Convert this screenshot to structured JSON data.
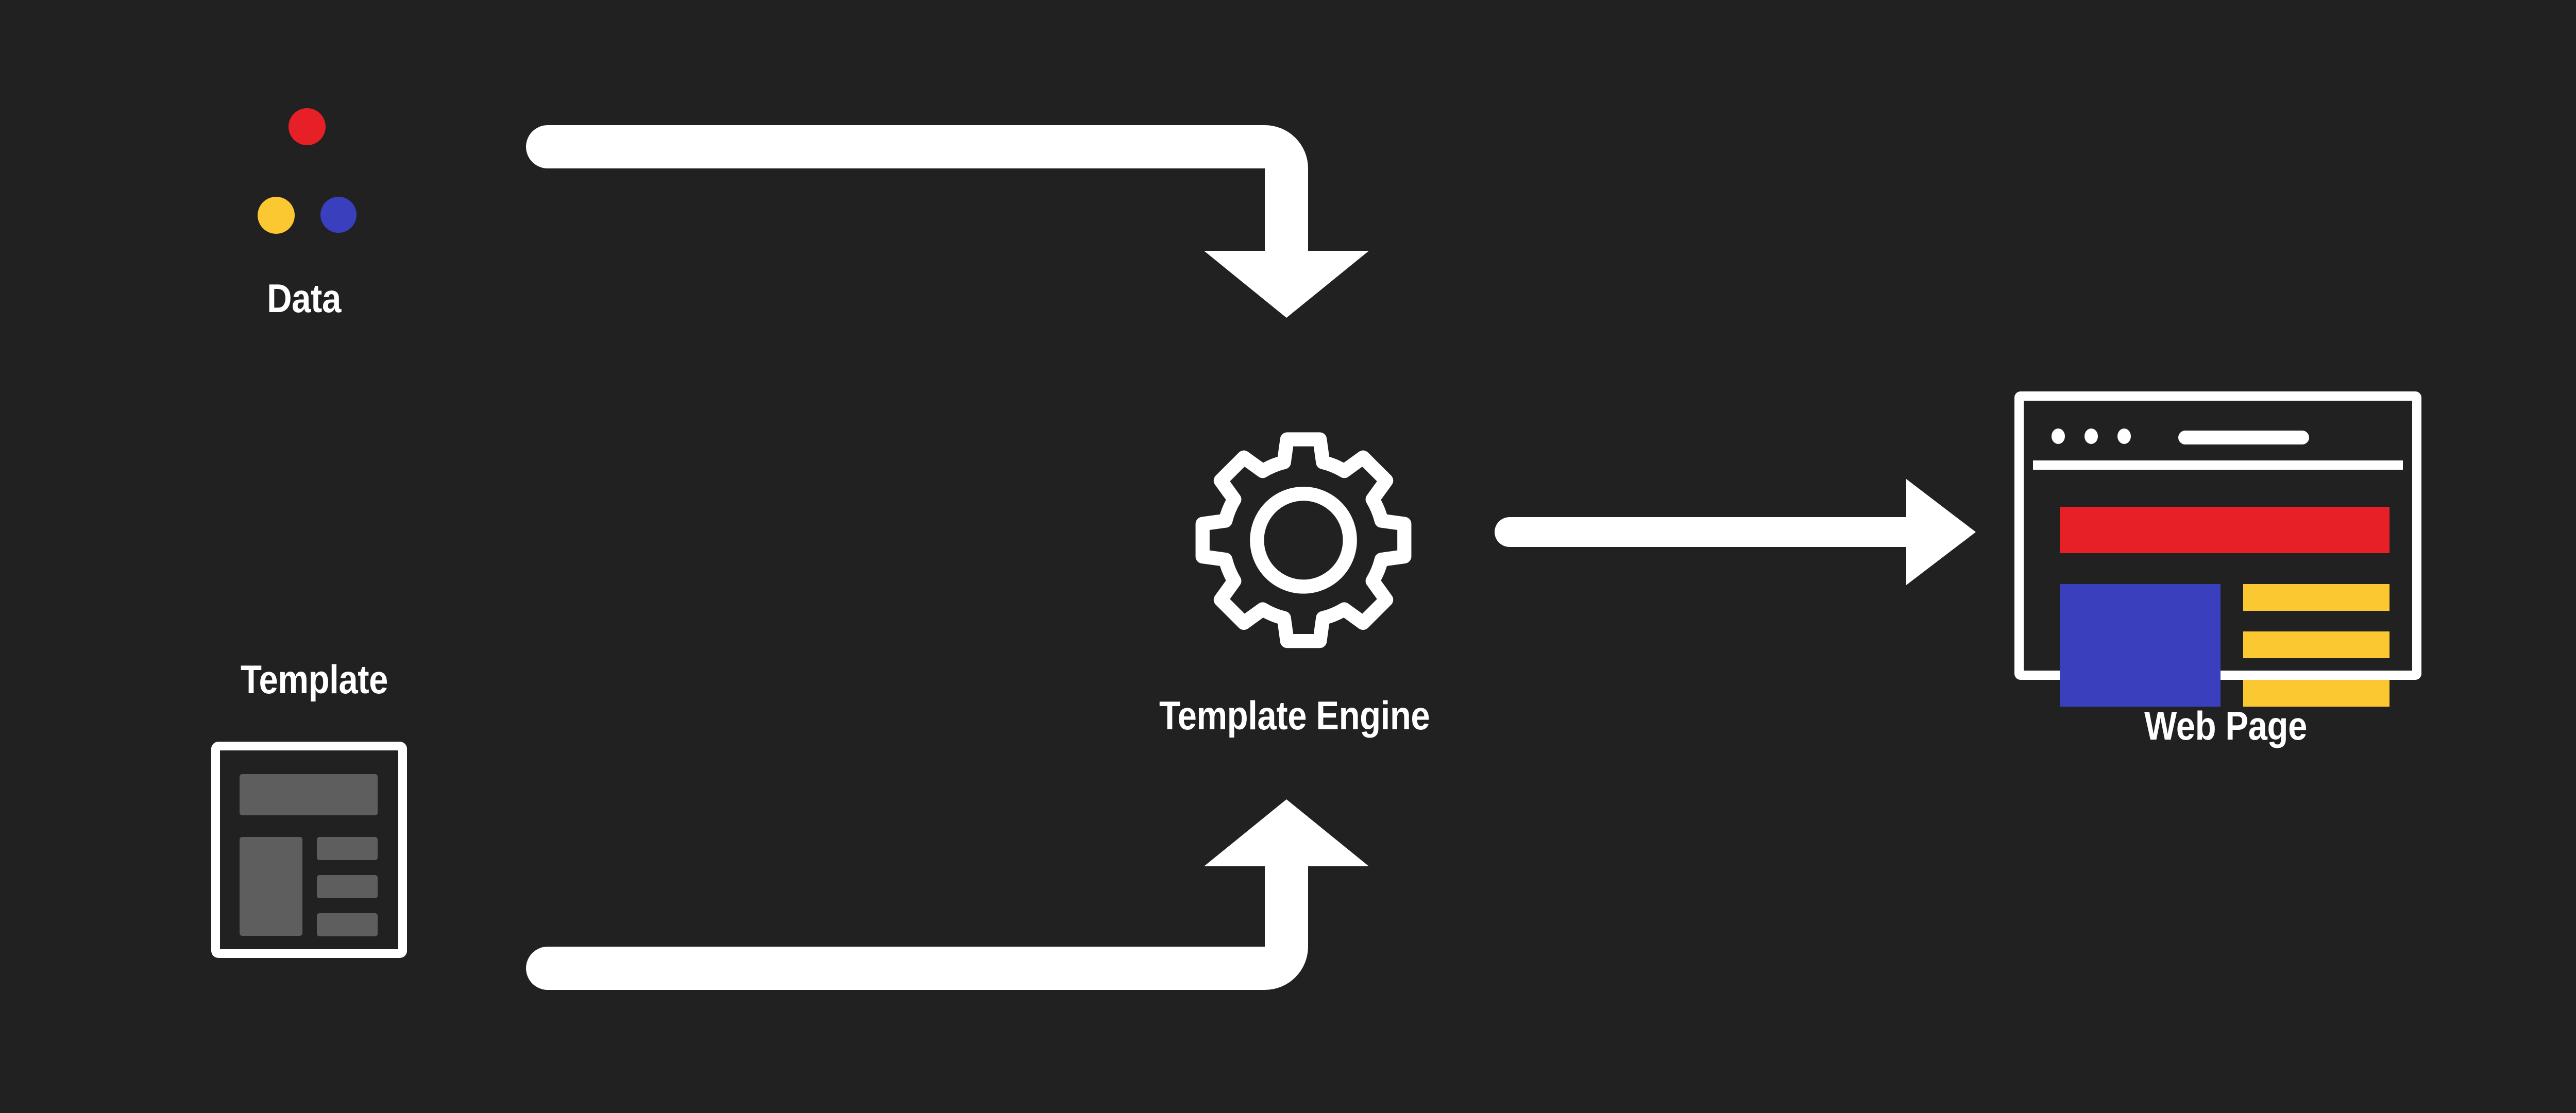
{
  "diagram": {
    "title": "Template Engine Flow",
    "background_color": "#212121"
  },
  "palette": {
    "background": "#212121",
    "white": "#ffffff",
    "red": "#e62026",
    "yellow": "#fcc831",
    "blue": "#3a3fbe",
    "gray": "#5e5e5e"
  },
  "nodes": {
    "data": {
      "label": "Data",
      "icon": "three-colored-circles",
      "circles": [
        {
          "name": "red-circle",
          "color": "#e62026"
        },
        {
          "name": "yellow-circle",
          "color": "#fcc831"
        },
        {
          "name": "blue-circle",
          "color": "#3a3fbe"
        }
      ]
    },
    "template": {
      "label": "Template",
      "icon": "wireframe-document",
      "blocks": [
        {
          "name": "header-block",
          "color": "#5e5e5e"
        },
        {
          "name": "main-block",
          "color": "#5e5e5e"
        },
        {
          "name": "sidebar-block-1",
          "color": "#5e5e5e"
        },
        {
          "name": "sidebar-block-2",
          "color": "#5e5e5e"
        },
        {
          "name": "sidebar-block-3",
          "color": "#5e5e5e"
        }
      ]
    },
    "engine": {
      "label": "Template Engine",
      "icon": "gear-icon",
      "gear_teeth": 8
    },
    "webpage": {
      "label": "Web Page",
      "icon": "browser-window",
      "chrome_dots": 3,
      "has_address_bar": true,
      "blocks": [
        {
          "name": "header-block",
          "color": "#e62026"
        },
        {
          "name": "main-block",
          "color": "#3a3fbe"
        },
        {
          "name": "sidebar-block-1",
          "color": "#fcc831"
        },
        {
          "name": "sidebar-block-2",
          "color": "#fcc831"
        },
        {
          "name": "sidebar-block-3",
          "color": "#fcc831"
        }
      ]
    }
  },
  "arrows": [
    {
      "name": "data-to-engine",
      "from": "data",
      "to": "engine",
      "style": "elbow-right-then-down",
      "color": "#ffffff"
    },
    {
      "name": "template-to-engine",
      "from": "template",
      "to": "engine",
      "style": "elbow-right-then-up",
      "color": "#ffffff"
    },
    {
      "name": "engine-to-webpage",
      "from": "engine",
      "to": "webpage",
      "style": "straight-right",
      "color": "#ffffff"
    }
  ]
}
